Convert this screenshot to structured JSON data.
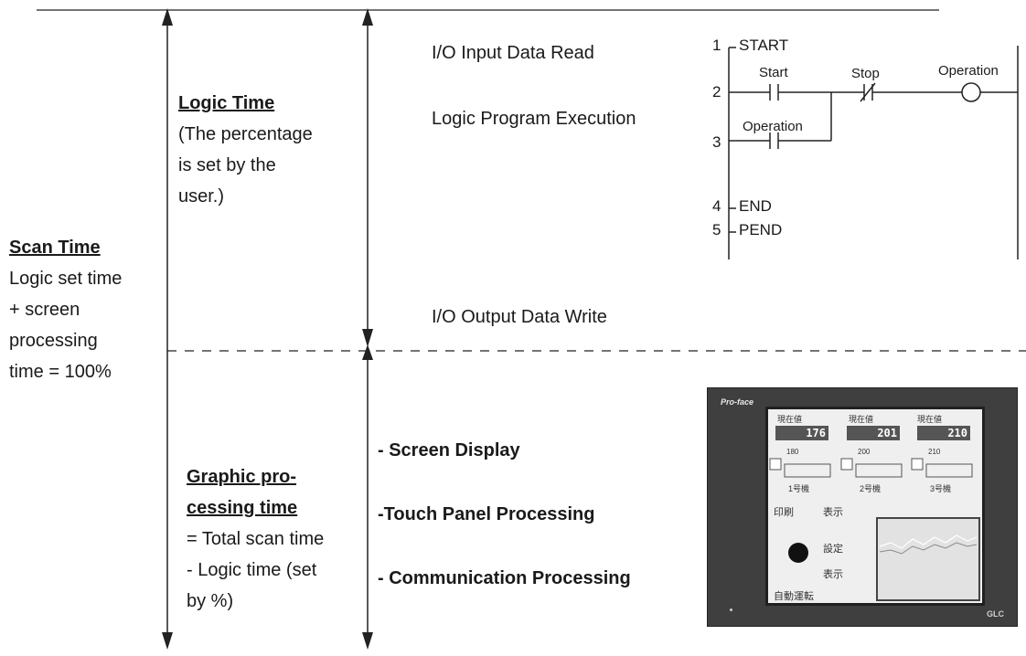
{
  "scan_time": {
    "title": "Scan Time",
    "lines": [
      "Logic set time",
      "+ screen",
      "processing",
      "time = 100%"
    ]
  },
  "logic_time": {
    "title": "Logic Time",
    "lines": [
      "(The percentage",
      "is set by the",
      "user.)"
    ]
  },
  "graphic_time": {
    "title_lines": [
      "Graphic pro-",
      "cessing time"
    ],
    "lines": [
      "= Total scan time",
      "- Logic time (set",
      "by %)"
    ]
  },
  "logic_steps": {
    "input": "I/O Input Data Read",
    "execution": "Logic Program Execution",
    "output": "I/O Output Data Write"
  },
  "graphic_steps": {
    "screen": "- Screen Display",
    "touch": "-Touch Panel Processing",
    "comm": "- Communication Processing"
  },
  "ladder": {
    "rungs": [
      {
        "num": "1",
        "label": "START"
      },
      {
        "num": "2",
        "label": ""
      },
      {
        "num": "3",
        "label": ""
      },
      {
        "num": "4",
        "label": "END"
      },
      {
        "num": "5",
        "label": "PEND"
      }
    ],
    "contacts": {
      "start": "Start",
      "stop": "Stop",
      "coil": "Operation",
      "operation": "Operation"
    }
  },
  "hmi": {
    "logo": "Pro-face",
    "brand": "GLC",
    "labels": [
      "現在値",
      "現在値",
      "現在値"
    ],
    "values": [
      "176",
      "201",
      "210"
    ],
    "units": [
      "1号機",
      "2号機",
      "3号機"
    ],
    "set_values": [
      "180",
      "200",
      "210"
    ],
    "buttons": [
      "印刷",
      "表示",
      "設定",
      "表示",
      "自動運転"
    ]
  }
}
